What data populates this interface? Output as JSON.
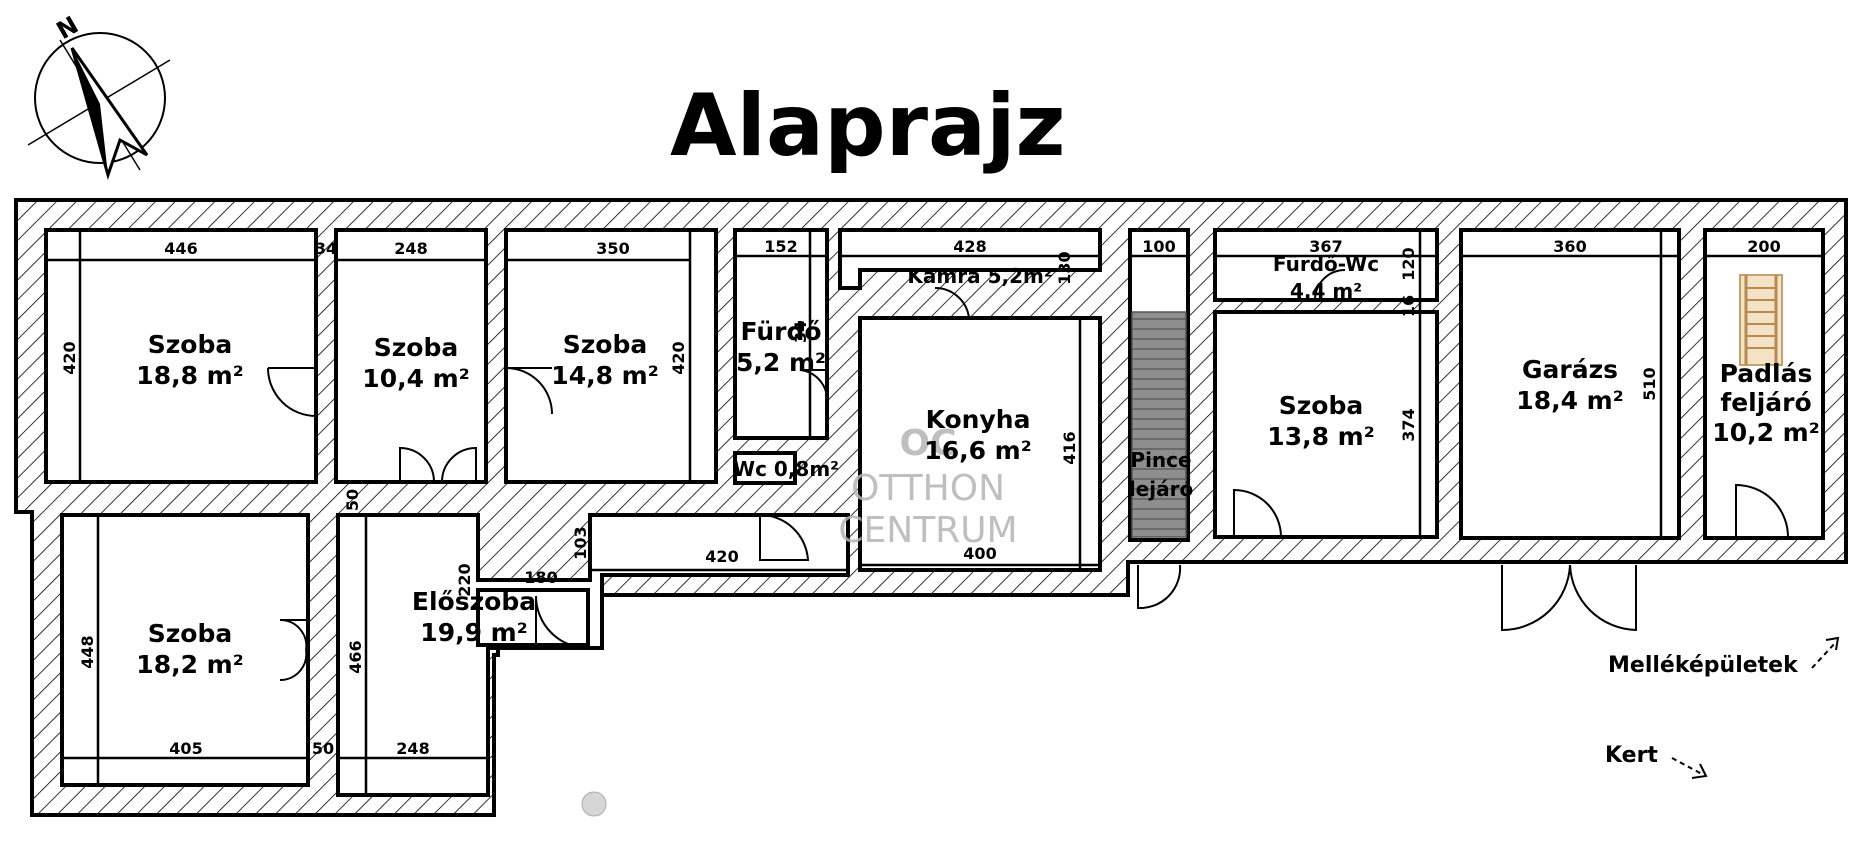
{
  "title": "Alaprajz",
  "watermark": {
    "mark": "OC",
    "line1": "OTTHON",
    "line2": "CENTRUM"
  },
  "compass": {
    "label": "N"
  },
  "rooms": [
    {
      "name": "Szoba",
      "area": "18,8 m²"
    },
    {
      "name": "Szoba",
      "area": "10,4 m²"
    },
    {
      "name": "Szoba",
      "area": "14,8 m²"
    },
    {
      "name": "Fürdő",
      "area": "5,2 m²"
    },
    {
      "name": "Wc 0,8m²"
    },
    {
      "name": "Kamra 5,2m²"
    },
    {
      "name": "Konyha",
      "area": "16,6 m²"
    },
    {
      "name": "Pince",
      "name2": "lejáró"
    },
    {
      "name": "Fürdő-Wc",
      "area": "4,4 m²"
    },
    {
      "name": "Szoba",
      "area": "13,8 m²"
    },
    {
      "name": "Garázs",
      "area": "18,4 m²"
    },
    {
      "name": "Padlás",
      "name2": "feljáró",
      "area": "10,2 m²"
    },
    {
      "name": "Szoba",
      "area": "18,2 m²"
    },
    {
      "name": "Előszoba",
      "area": "19,9 m²"
    }
  ],
  "dimensions": [
    "446",
    "34",
    "248",
    "350",
    "152",
    "428",
    "130",
    "100",
    "367",
    "120",
    "16",
    "360",
    "200",
    "420",
    "420",
    "34",
    "416",
    "374",
    "510",
    "50",
    "103",
    "420",
    "400",
    "180",
    "220",
    "448",
    "466",
    "405",
    "50",
    "248"
  ],
  "notes": {
    "outbuildings": "Melléképületek",
    "garden": "Kert"
  }
}
